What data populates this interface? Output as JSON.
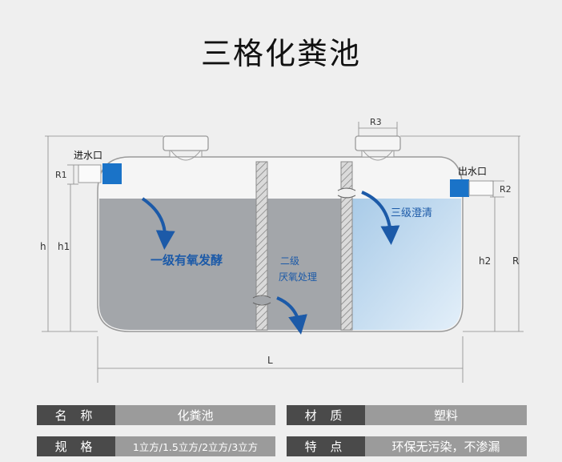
{
  "title": "三格化粪池",
  "diagram": {
    "labels": {
      "inlet": "进水口",
      "outlet": "出水口",
      "r1": "R1",
      "r2": "R2",
      "r3": "R3",
      "h": "h",
      "h1": "h1",
      "h2": "h2",
      "r": "R",
      "l": "L"
    },
    "chambers": {
      "stage1_line1": "一级有氧发酵",
      "stage2_line1": "二级",
      "stage2_line2": "厌氧处理",
      "stage3_line1": "三级澄清"
    }
  },
  "specs": [
    {
      "key": "名 称",
      "value": "化粪池"
    },
    {
      "key": "材 质",
      "value": "塑料"
    },
    {
      "key": "规 格",
      "value": "1立方/1.5立方/2立方/3立方"
    },
    {
      "key": "特 点",
      "value": "环保无污染，不渗漏"
    }
  ],
  "colors": {
    "water_gray": "#9aa0a6",
    "water_blue": "#b9d6ee",
    "arrow": "#1c5aa8",
    "pipe": "#1a73c8",
    "spec_key_bg": "#4a4a4a",
    "spec_value_bg": "#9b9b9b"
  }
}
